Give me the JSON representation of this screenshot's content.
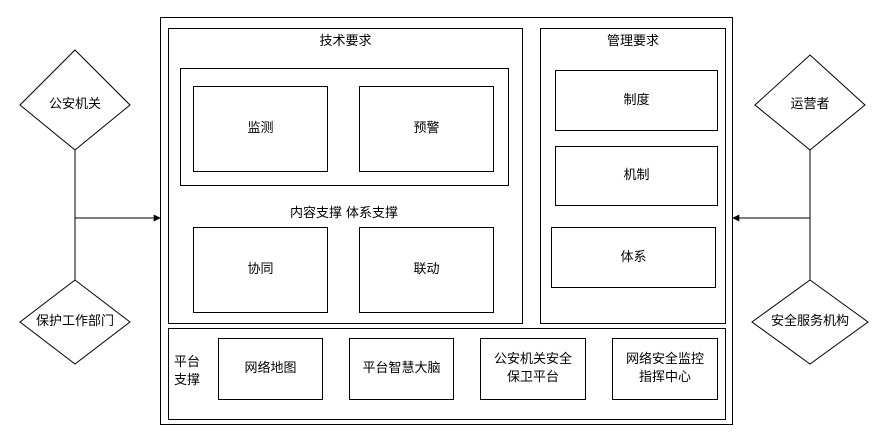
{
  "left_roles": [
    "公安机关",
    "保护工作部门"
  ],
  "right_roles": [
    "运营者",
    "安全服务机构"
  ],
  "tech": {
    "title": "技术要求",
    "monitor": "监测",
    "warning": "预警",
    "coordination": "协同",
    "linkage": "联动",
    "support_label": "内容支撑",
    "system_support_label": "体系支撑"
  },
  "management": {
    "title": "管理要求",
    "items": [
      "制度",
      "机制",
      "体系"
    ]
  },
  "platform": {
    "label": "平台\n支撑",
    "items": [
      "网络地图",
      "平台智慧大脑",
      "公安机关安全\n保卫平台",
      "网络安全监控\n指挥中心"
    ]
  }
}
